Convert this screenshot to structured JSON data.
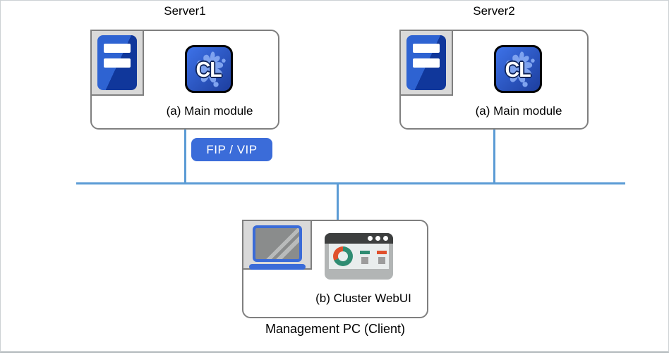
{
  "diagram": {
    "server1": {
      "title": "Server1",
      "module": "(a) Main module"
    },
    "server2": {
      "title": "Server2",
      "module": "(a) Main module"
    },
    "fip_badge": "FIP / VIP",
    "management_pc": {
      "module": "(b) Cluster WebUI",
      "caption": "Management PC (Client)"
    },
    "cl_icon_text": "CL"
  },
  "icons": {
    "server": "server-tower-icon",
    "cluster_app": "cl-app-icon",
    "laptop": "laptop-icon",
    "webui": "browser-dashboard-icon"
  },
  "colors": {
    "network_line": "#5B9BD5",
    "badge_blue": "#3B6CD9",
    "box_border": "#7F7F7F",
    "icon_plate": "#D9D9D9",
    "server_blue_light": "#2E63D2",
    "server_blue_dark": "#10379B",
    "cl_gradient_light": "#3D72E8",
    "cl_gradient_dark": "#1D3E9E",
    "cl_splash": "#7FA3EF",
    "laptop_blue": "#3A6BD8",
    "donut_teal": "#2F8C72",
    "donut_orange": "#E0502C"
  }
}
